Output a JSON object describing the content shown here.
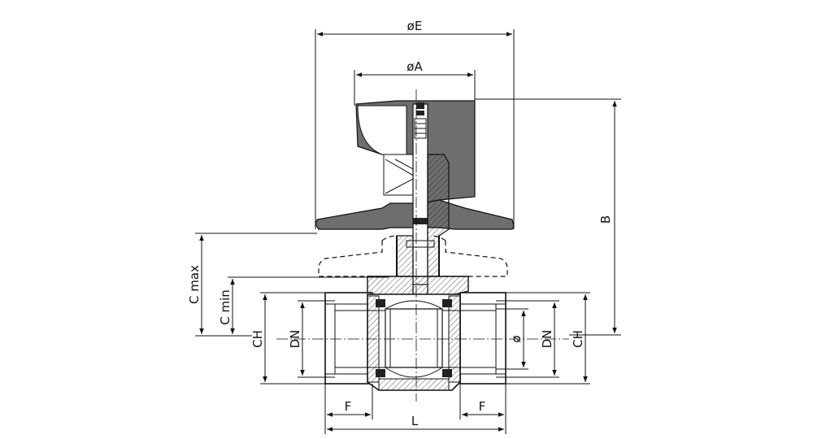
{
  "diagram": {
    "labels": {
      "dia_e": "øE",
      "dia_a": "øA",
      "b": "B",
      "c_max": "C max",
      "c_min": "C min",
      "ch_left": "CH",
      "dn_left": "DN",
      "dia_bore": "ø",
      "dn_right": "DN",
      "ch_right": "CH",
      "f_left": "F",
      "f_right": "F",
      "l": "L"
    }
  }
}
